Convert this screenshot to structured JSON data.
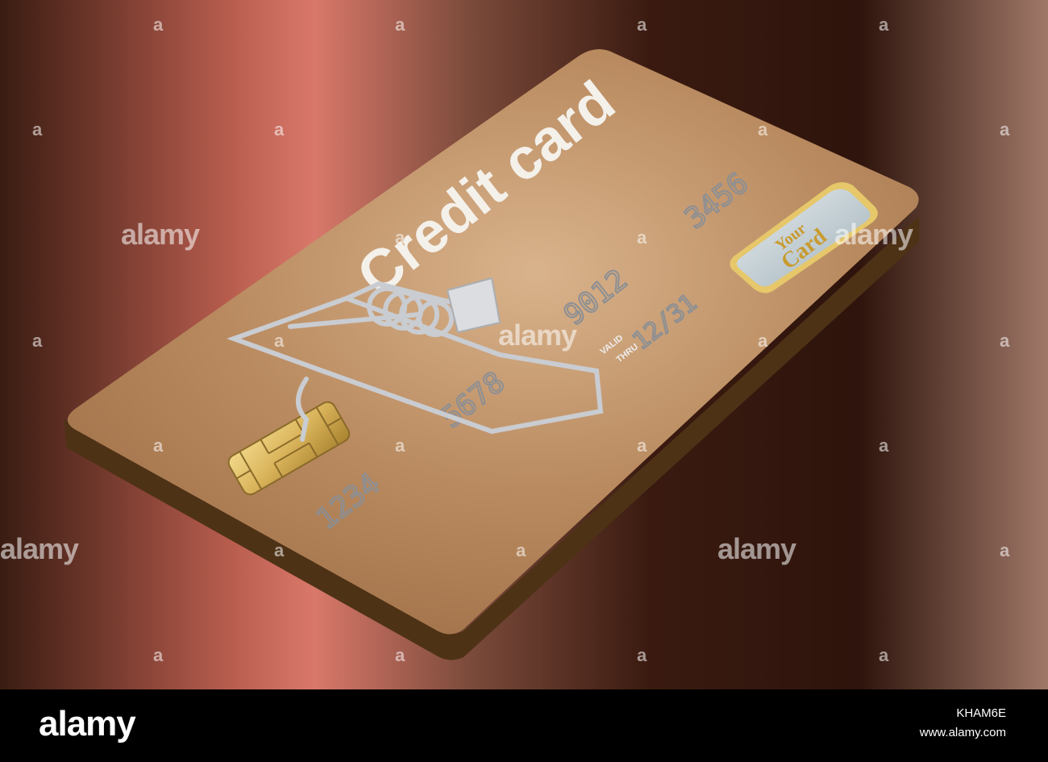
{
  "card": {
    "title": "Credit card",
    "number_groups": [
      "1234",
      "5678",
      "9012",
      "3456"
    ],
    "valid_label": "VALID",
    "thru_label": "THRU",
    "expiry": "12/31",
    "logo_line1": "Your",
    "logo_line2": "Card"
  },
  "watermark": {
    "word": "alamy",
    "mark": "a"
  },
  "footer": {
    "brand": "alamy",
    "image_id": "KHAM6E",
    "url": "www.alamy.com"
  },
  "colors": {
    "card_face": "#b98a5f",
    "card_edge": "#5a3a1a",
    "background_dark": "#3a1c12",
    "background_highlight": "#d9786a",
    "chip": "#d9b35a",
    "trap_wire": "#c9ccd1"
  }
}
